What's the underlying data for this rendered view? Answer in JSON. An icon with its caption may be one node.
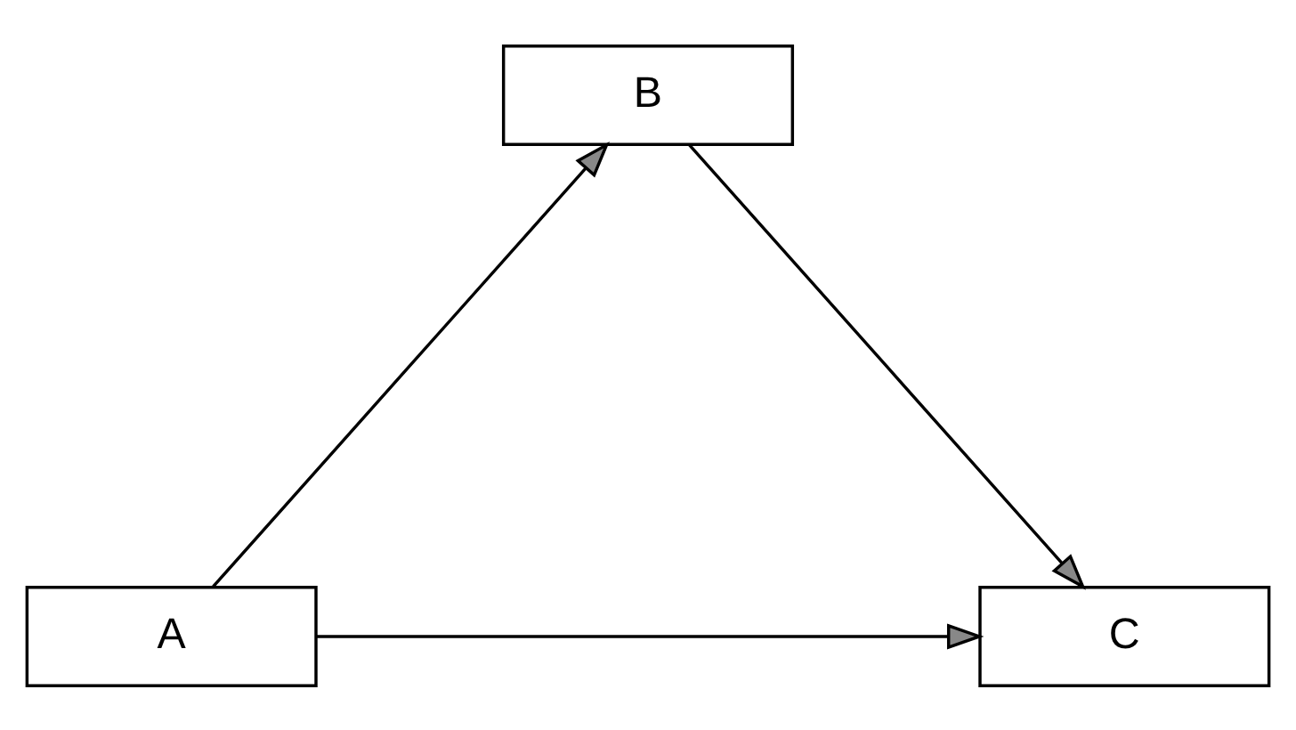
{
  "diagram": {
    "nodes": [
      {
        "text": [
          "B"
        ]
      },
      {
        "text": [
          "A"
        ]
      },
      {
        "text": [
          "C"
        ]
      }
    ],
    "edges": [
      {
        "from": 1,
        "to": 0,
        "arrow": "to"
      },
      {
        "from": 0,
        "to": 2,
        "arrow": "to"
      },
      {
        "from": 1,
        "to": 2,
        "arrow": "to"
      }
    ]
  }
}
